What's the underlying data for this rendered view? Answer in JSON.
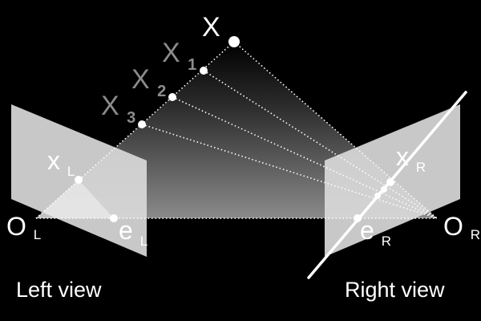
{
  "labels": {
    "point_X": "X",
    "point_X1_main": "X",
    "point_X1_sub": "1",
    "point_X2_main": "X",
    "point_X2_sub": "2",
    "point_X3_main": "X",
    "point_X3_sub": "3",
    "xL_main": "x",
    "xL_sub": "L",
    "xR_main": "x",
    "xR_sub": "R",
    "OL_main": "O",
    "OL_sub": "L",
    "OR_main": "O",
    "OR_sub": "R",
    "eL_main": "e",
    "eL_sub": "L",
    "eR_main": "e",
    "eR_sub": "R",
    "left_view": "Left view",
    "right_view": "Right view"
  },
  "colors": {
    "background": "#000000",
    "plane_fill": "#d9d9d9",
    "label_white": "#ffffff",
    "label_gray": "#8c8c8c",
    "epipolar_line": "#ffffff"
  }
}
